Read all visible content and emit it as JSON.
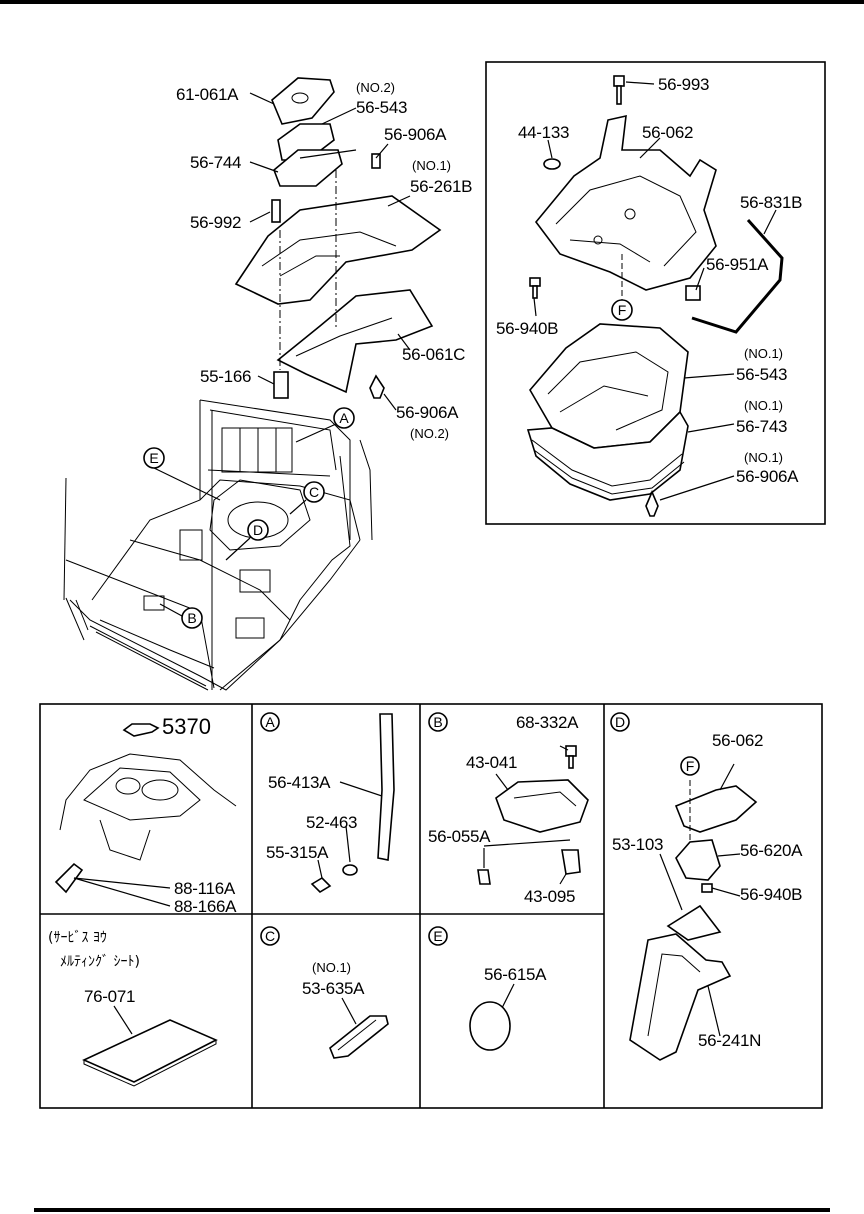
{
  "main": {
    "labels": [
      {
        "id": "l-61-061A",
        "text": "61-061A"
      },
      {
        "id": "l-no2-top",
        "text": "(NO.2)"
      },
      {
        "id": "l-56-543-top",
        "text": "56-543"
      },
      {
        "id": "l-56-906A-top",
        "text": "56-906A"
      },
      {
        "id": "l-56-744",
        "text": "56-744"
      },
      {
        "id": "l-no1-top",
        "text": "(NO.1)"
      },
      {
        "id": "l-56-261B",
        "text": "56-261B"
      },
      {
        "id": "l-56-992",
        "text": "56-992"
      },
      {
        "id": "l-56-061C",
        "text": "56-061C"
      },
      {
        "id": "l-55-166",
        "text": "55-166"
      },
      {
        "id": "l-56-906A-mid",
        "text": "56-906A"
      },
      {
        "id": "l-no2-mid",
        "text": "(NO.2)"
      }
    ],
    "callouts": {
      "a": "A",
      "b": "B",
      "c": "C",
      "d": "D",
      "e": "E"
    }
  },
  "detail_f": {
    "labels": [
      {
        "id": "f-56-993",
        "text": "56-993"
      },
      {
        "id": "f-44-133",
        "text": "44-133"
      },
      {
        "id": "f-56-062",
        "text": "56-062"
      },
      {
        "id": "f-56-831B",
        "text": "56-831B"
      },
      {
        "id": "f-56-951A",
        "text": "56-951A"
      },
      {
        "id": "f-56-940B",
        "text": "56-940B"
      },
      {
        "id": "f-no1-a",
        "text": "(NO.1)"
      },
      {
        "id": "f-56-543",
        "text": "56-543"
      },
      {
        "id": "f-no1-b",
        "text": "(NO.1)"
      },
      {
        "id": "f-56-743",
        "text": "56-743"
      },
      {
        "id": "f-no1-c",
        "text": "(NO.1)"
      },
      {
        "id": "f-56-906A",
        "text": "56-906A"
      }
    ],
    "callout": "F"
  },
  "panels": {
    "fig_ref": "5370",
    "p1": {
      "l1": "88-116A",
      "l2": "88-166A"
    },
    "a": {
      "tag": "A",
      "l1": "56-413A",
      "l2": "52-463",
      "l3": "55-315A"
    },
    "b": {
      "tag": "B",
      "l1": "68-332A",
      "l2": "43-041",
      "l3": "56-055A",
      "l4": "43-095"
    },
    "d": {
      "tag": "D",
      "l1": "56-062",
      "l2": "F",
      "l3": "53-103",
      "l4": "56-620A",
      "l5": "56-940B",
      "l6": "56-241N"
    },
    "service": {
      "jp1": "(ｻｰﾋﾞｽ ﾖｳ",
      "jp2": "ﾒﾙﾃｨﾝｸﾞ ｼｰﾄ)",
      "l1": "76-071"
    },
    "c": {
      "tag": "C",
      "no": "(NO.1)",
      "l1": "53-635A"
    },
    "e": {
      "tag": "E",
      "l1": "56-615A"
    }
  }
}
